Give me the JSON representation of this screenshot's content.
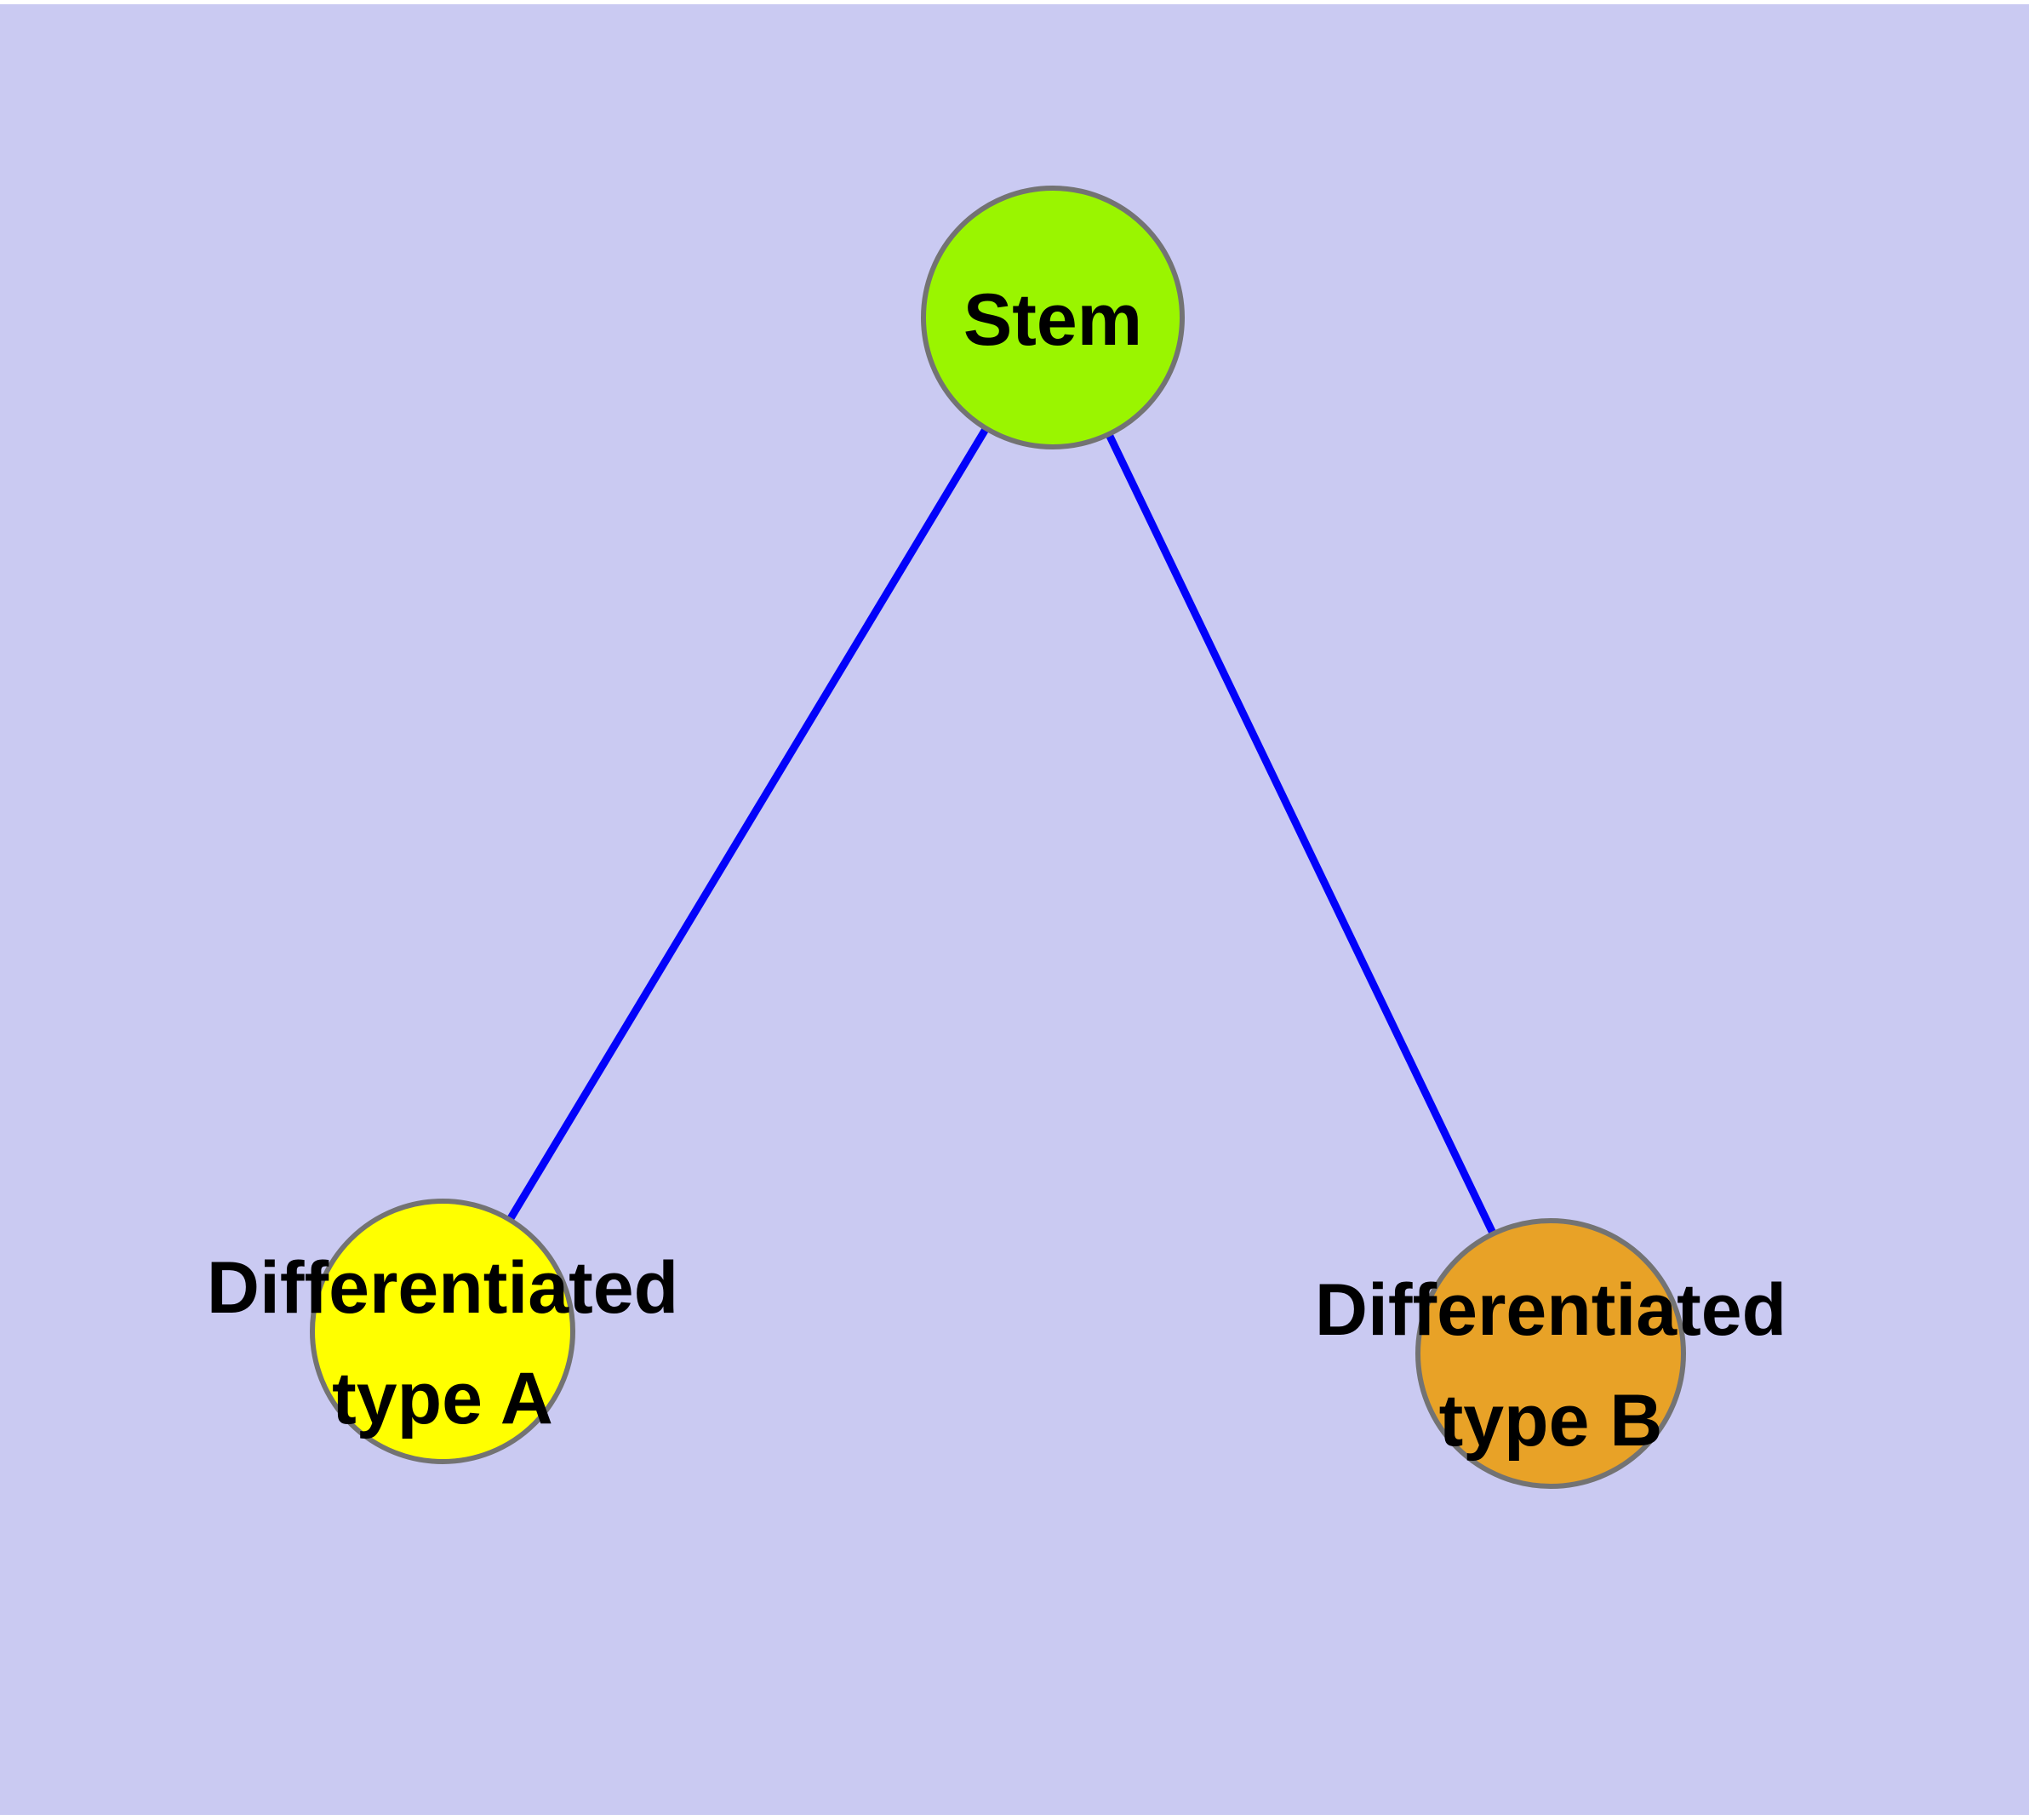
{
  "diagram": {
    "background_color": "#CACAF2",
    "page_margin_color": "#FFFFFF",
    "edge_color": "#0202FA",
    "node_border_color": "#737373",
    "text_color": "#000000",
    "nodes": {
      "stem": {
        "label": "Stem",
        "fill": "#9AF500"
      },
      "type_a": {
        "label": "Differentiated type A",
        "label_line1": "Differentiated",
        "label_line2": "type A",
        "fill": "#FFFF00"
      },
      "type_b": {
        "label": "Differentiated type B",
        "label_line1": "Differentiated",
        "label_line2": "type B",
        "fill": "#E8A227"
      }
    },
    "edges": [
      {
        "from": "Stem",
        "to": "Differentiated type A"
      },
      {
        "from": "Stem",
        "to": "Differentiated type B"
      }
    ]
  }
}
